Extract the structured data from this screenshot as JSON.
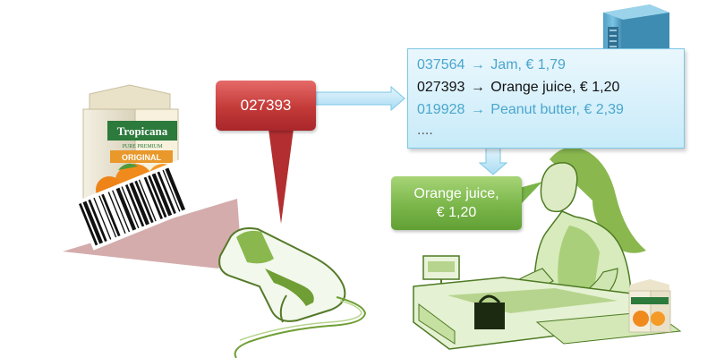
{
  "scanned_code": "027393",
  "database": {
    "rows": [
      {
        "code": "037564",
        "arrow": "→",
        "item": "Jam, € 1,79"
      },
      {
        "code": "027393",
        "arrow": "→",
        "item": "Orange juice, € 1,20"
      },
      {
        "code": "019928",
        "arrow": "→",
        "item": "Peanut butter, € 2,39"
      }
    ],
    "ellipsis": "...."
  },
  "result": {
    "line1": "Orange juice,",
    "line2": "€ 1,20"
  },
  "carton": {
    "brand": "Tropicana",
    "subbrand": "PURE PREMIUM",
    "variant": "ORIGINAL"
  },
  "colors": {
    "code_callout": "#c33a38",
    "db_panel": "#c8ebf9",
    "result_callout": "#7ab64a",
    "scanner": "#7aa63c",
    "barcode_beam": "#b06060"
  },
  "icons": [
    "orange-juice-carton",
    "barcode",
    "barcode-scanner",
    "server-icon",
    "cashier",
    "cash-register"
  ]
}
